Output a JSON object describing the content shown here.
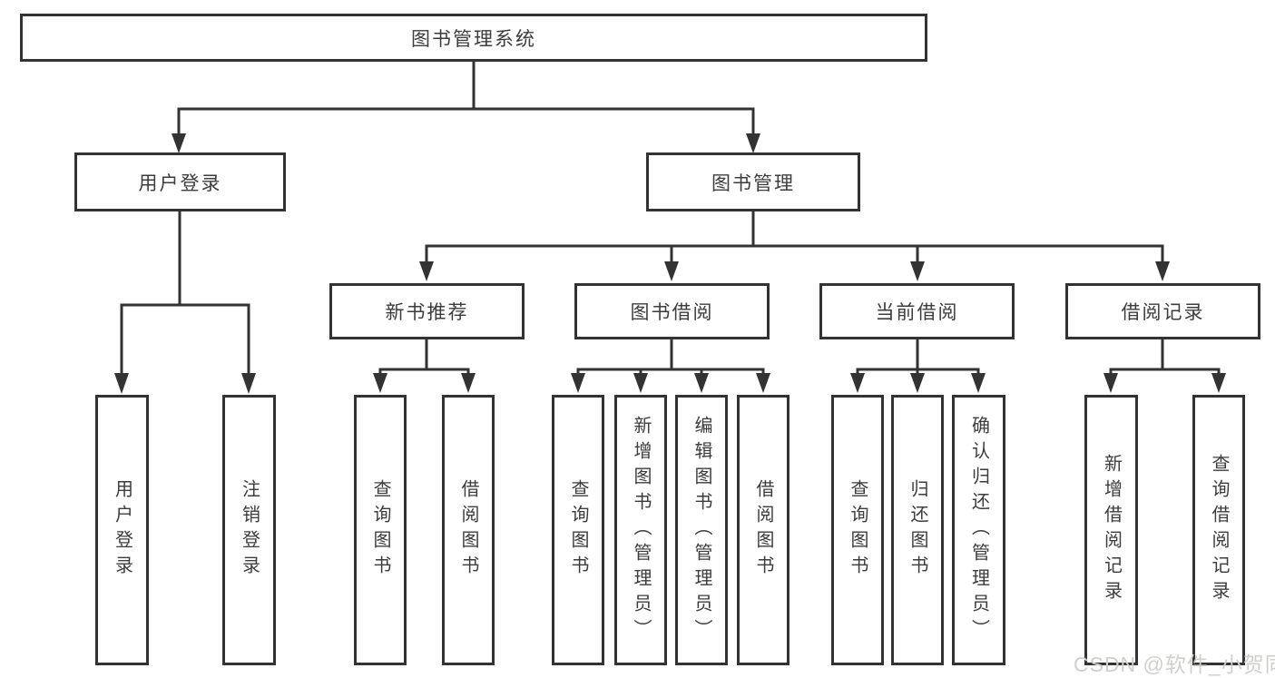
{
  "diagram": {
    "watermark": "CSDN @软件_小贺同学",
    "colors": {
      "line": "#333333",
      "text": "#3c3c3c",
      "box_background": "#ffffff",
      "watermark": "#cfcfcc"
    },
    "tree": {
      "label": "图书管理系统",
      "children": [
        {
          "label": "用户登录",
          "children": [
            {
              "label": "用户登录"
            },
            {
              "label": "注销登录"
            }
          ]
        },
        {
          "label": "图书管理",
          "children": [
            {
              "label": "新书推荐",
              "children": [
                {
                  "label": "查询图书"
                },
                {
                  "label": "借阅图书"
                }
              ]
            },
            {
              "label": "图书借阅",
              "children": [
                {
                  "label": "查询图书"
                },
                {
                  "label": "新增图书（管理员）"
                },
                {
                  "label": "编辑图书（管理员）"
                },
                {
                  "label": "借阅图书"
                }
              ]
            },
            {
              "label": "当前借阅",
              "children": [
                {
                  "label": "查询图书"
                },
                {
                  "label": "归还图书"
                },
                {
                  "label": "确认归还（管理员）"
                }
              ]
            },
            {
              "label": "借阅记录",
              "children": [
                {
                  "label": "新增借阅记录"
                },
                {
                  "label": "查询借阅记录"
                }
              ]
            }
          ]
        }
      ]
    }
  }
}
